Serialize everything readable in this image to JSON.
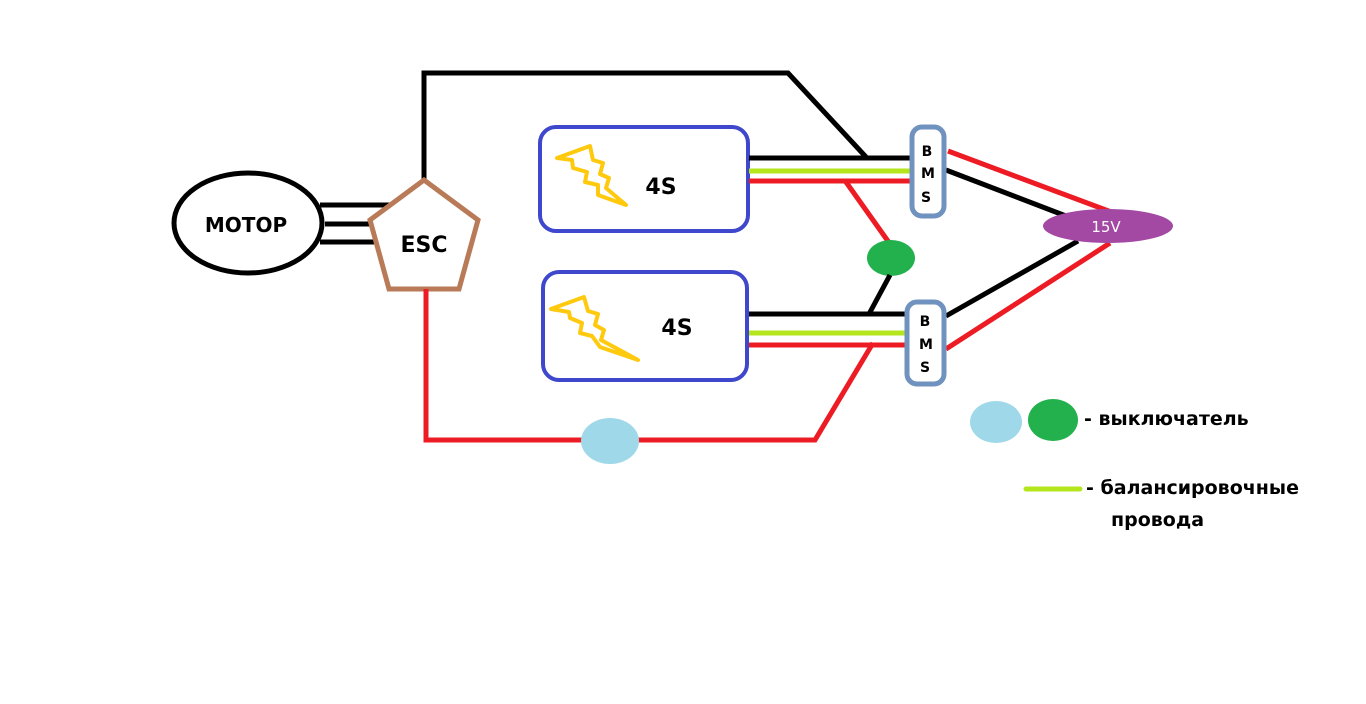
{
  "diagram": {
    "motor": {
      "label": "МОТОР"
    },
    "esc": {
      "label": "ESC"
    },
    "batteries": [
      {
        "label": "4S"
      },
      {
        "label": "4S"
      }
    ],
    "bms": [
      {
        "letters": [
          "B",
          "M",
          "S"
        ]
      },
      {
        "letters": [
          "B",
          "M",
          "S"
        ]
      }
    ],
    "charger": {
      "label": "15V"
    },
    "switches": [
      {
        "type": "light-blue",
        "color": "#9ed8e9"
      },
      {
        "type": "green",
        "color": "#22b14c"
      }
    ]
  },
  "legend": {
    "switch_text": "- выключатель",
    "balance_text_line1": "- балансировочные",
    "balance_text_line2": "провода"
  },
  "colors": {
    "wire_positive": "#ed1c24",
    "wire_negative": "#000000",
    "wire_balance": "#b5e61d",
    "battery_border": "#3f48cc",
    "battery_bolt": "#ffc90e",
    "bms_border": "#7092be",
    "esc_border": "#b97a57",
    "charger_fill": "#a349a4",
    "switch_light": "#9ed8e9",
    "switch_green": "#22b14c"
  }
}
